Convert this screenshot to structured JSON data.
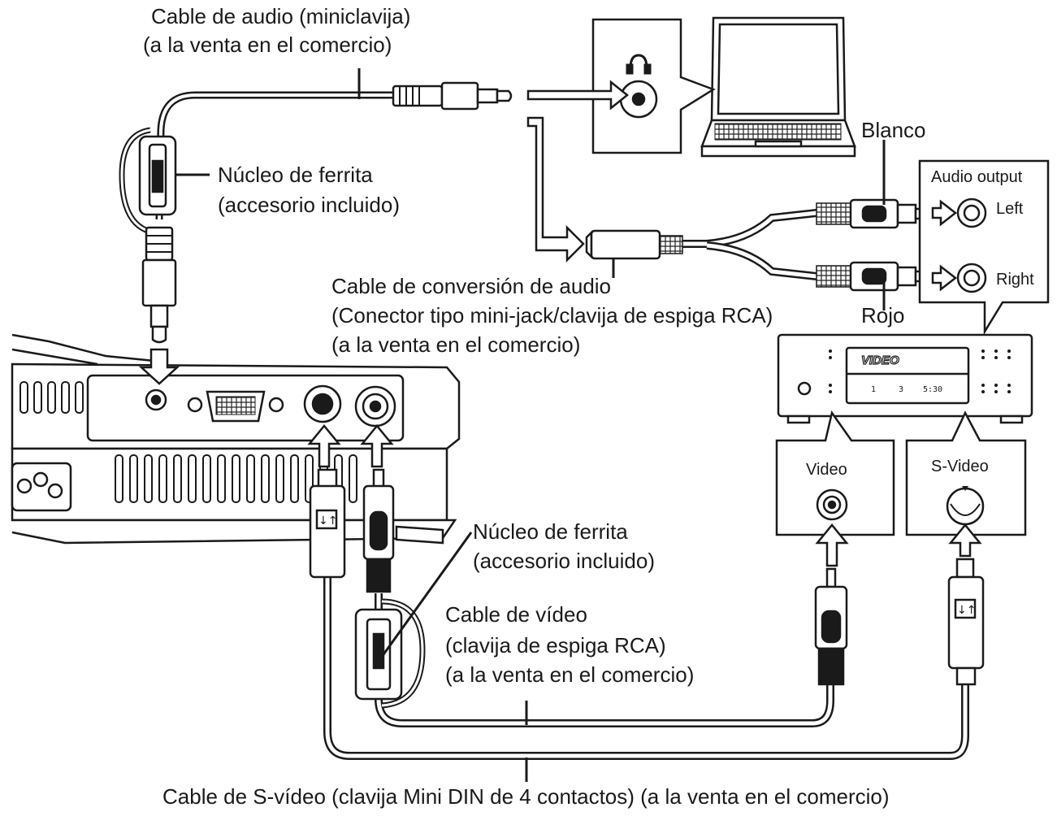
{
  "labels": {
    "audio_cable": [
      "Cable de audio (miniclavija)",
      "(a la venta en el comercio)"
    ],
    "ferrite_top": [
      "Núcleo de ferrita",
      "(accesorio incluido)"
    ],
    "white": "Blanco",
    "red": "Rojo",
    "audio_output": "Audio output",
    "left": "Left",
    "right": "Right",
    "conversion_cable": [
      "Cable de conversión de audio",
      "(Conector tipo mini-jack/clavija de espiga RCA)",
      "(a la venta en el comercio)"
    ],
    "ferrite_bottom": [
      "Núcleo de ferrita",
      "(accesorio incluido)"
    ],
    "video_cable": [
      "Cable de vídeo",
      "(clavija de espiga RCA)",
      "(a la venta en el comercio)"
    ],
    "svideo_cable": "Cable de S-vídeo (clavija Mini DIN de 4 contactos) (a la venta en el comercio)",
    "video_port": "Video",
    "svideo_port": "S-Video",
    "vcr_display": "VIDEO",
    "vcr_counter": [
      "1",
      "3",
      "5:30"
    ]
  }
}
